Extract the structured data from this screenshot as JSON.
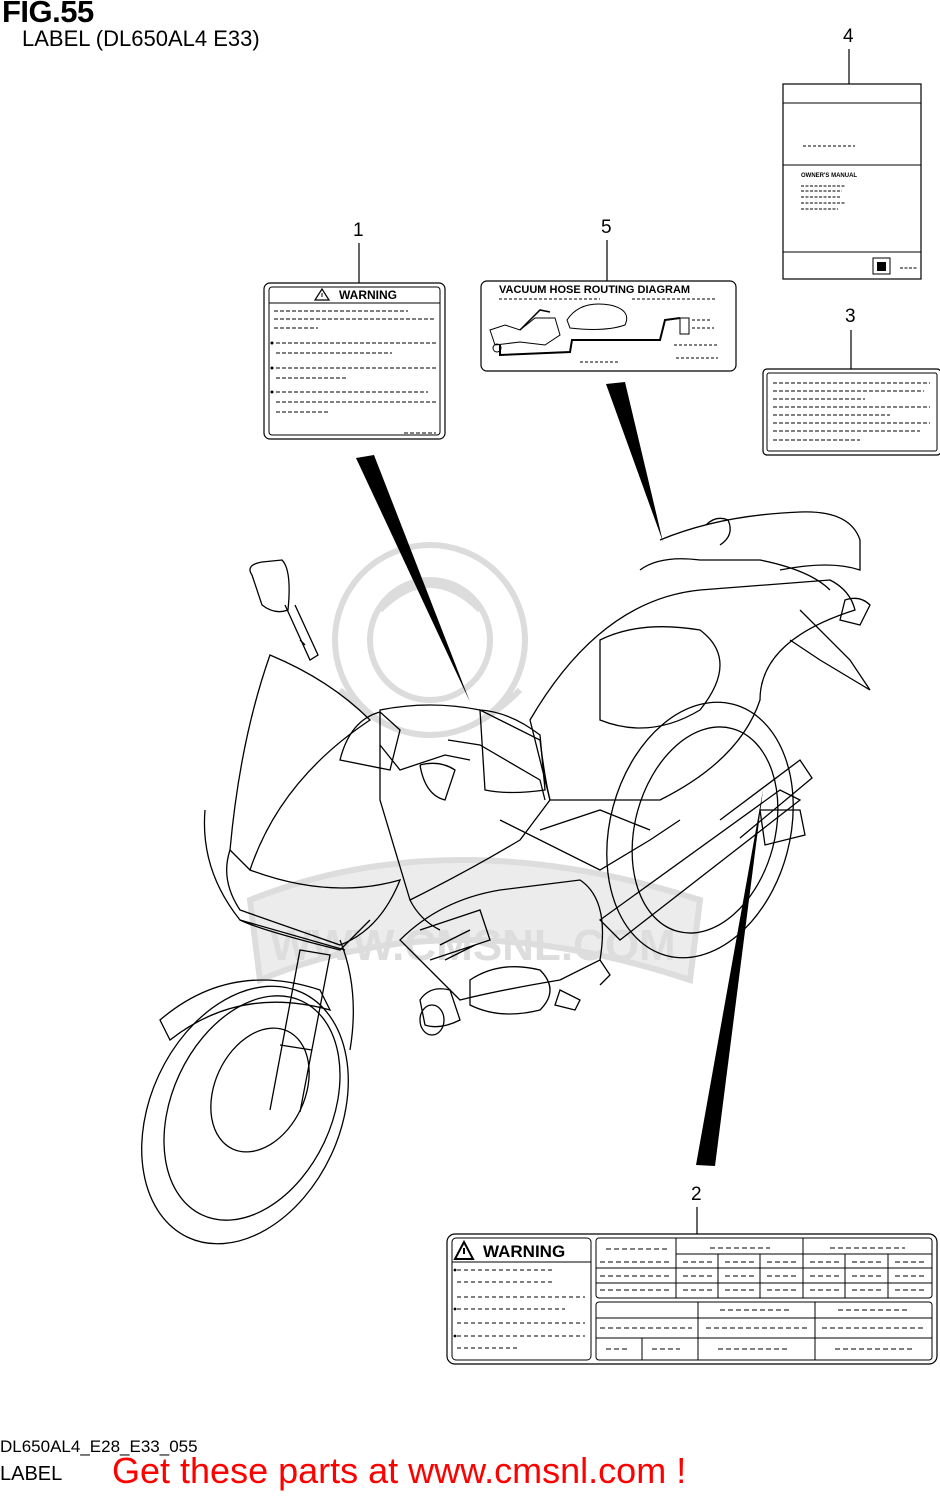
{
  "header": {
    "figure_title": "FIG.55",
    "subtitle": "LABEL (DL650AL4 E33)"
  },
  "callouts": [
    "1",
    "2",
    "3",
    "4",
    "5"
  ],
  "labels": {
    "warning_label_1": {
      "heading": "WARNING"
    },
    "warning_label_2": {
      "heading": "WARNING"
    },
    "vacuum_label_5": {
      "heading": "VACUUM HOSE ROUTING DIAGRAM"
    },
    "owners_manual_4": {
      "heading": "OWNER'S MANUAL"
    }
  },
  "watermark": {
    "text": "WWW.CMSNL.COM"
  },
  "footer": {
    "diagram_code": "DL650AL4_E28_E33_055",
    "caption": "LABEL",
    "promo_text": "Get these parts at www.cmsnl.com !"
  },
  "colors": {
    "promo": "#ff0000",
    "line": "#000000",
    "watermark": "#dddddd"
  }
}
